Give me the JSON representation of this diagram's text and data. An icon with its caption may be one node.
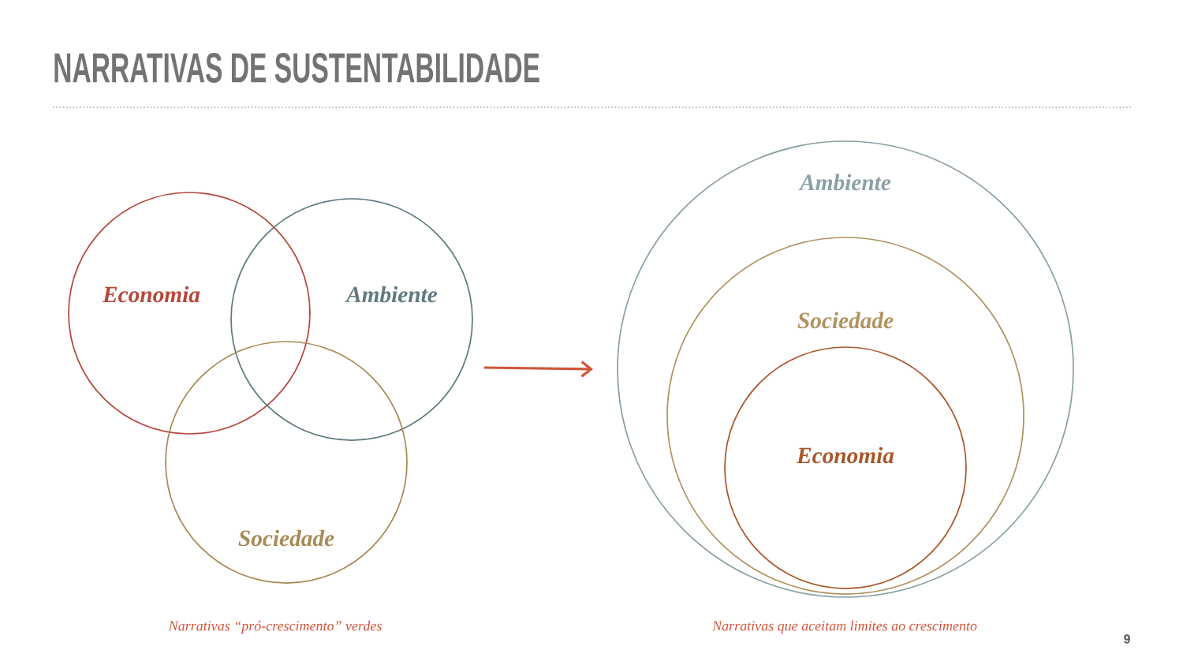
{
  "diagram": {
    "title": "NARRATIVAS DE SUSTENTABILIDADE",
    "nodes": [
      {
        "text": [
          "Economia"
        ]
      },
      {
        "text": [
          "Ambiente"
        ]
      },
      {
        "text": [
          "Sociedade"
        ]
      },
      {
        "text": [
          "Ambiente"
        ]
      },
      {
        "text": [
          "Sociedade"
        ],
        "in": 3
      },
      {
        "text": [
          "Economia"
        ],
        "in": 4
      }
    ],
    "edges": [
      {
        "from": 1,
        "to": 3,
        "arrow": "to"
      }
    ],
    "labels": [
      "Narrativas “pró-crescimento” verdes",
      "Narrativas que aceitam limites ao crescimento",
      "9"
    ]
  }
}
